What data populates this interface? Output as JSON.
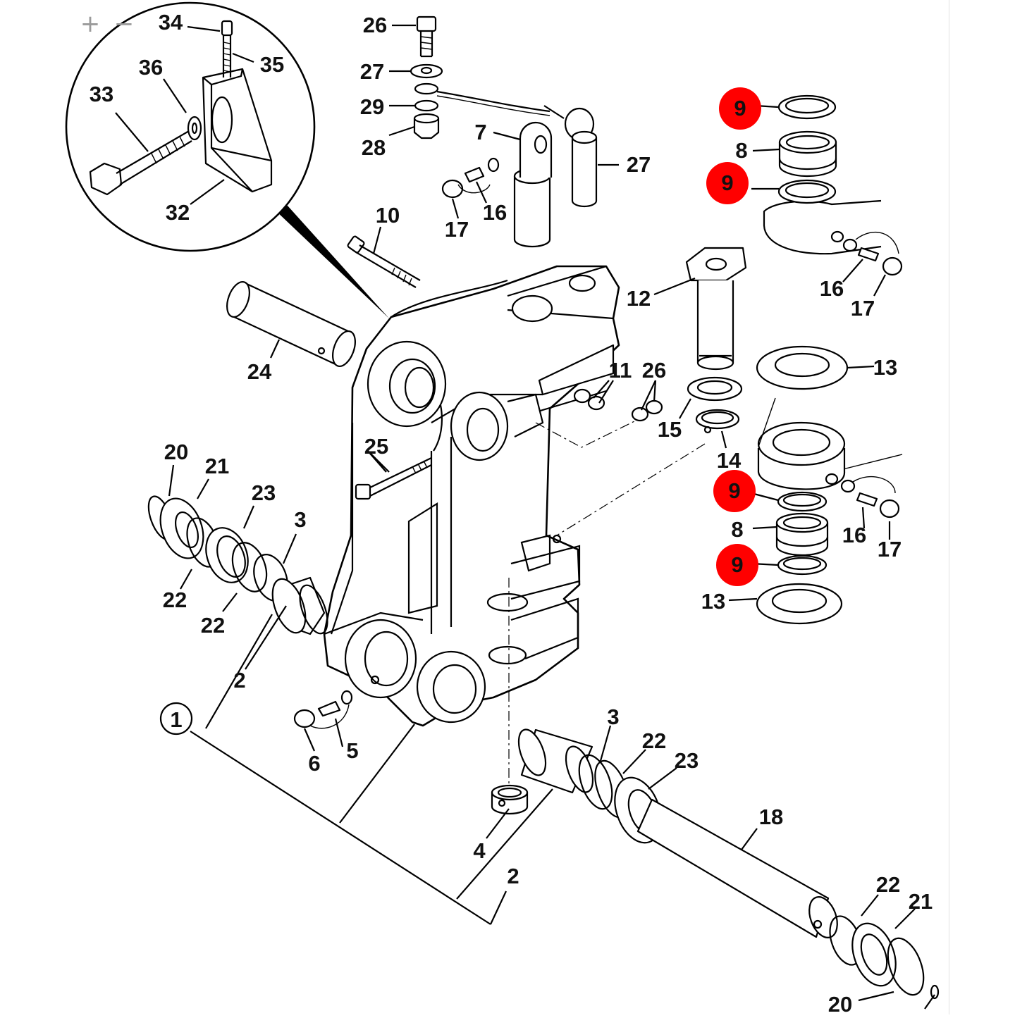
{
  "toolbar": {
    "zoom_in": "+",
    "zoom_out": "−"
  },
  "callout_number": "1",
  "labels": {
    "p34": "34",
    "p35": "35",
    "p36": "36",
    "p33": "33",
    "p32": "32",
    "p26a": "26",
    "p27a": "27",
    "p29": "29",
    "p28": "28",
    "p7": "7",
    "p27b": "27",
    "p16a": "16",
    "p17a": "17",
    "p10": "10",
    "p9a": "9",
    "p8a": "8",
    "p9b": "9",
    "p16b": "16",
    "p17b": "17",
    "p12": "12",
    "p13a": "13",
    "p11": "11",
    "p26b": "26",
    "p15": "15",
    "p14": "14",
    "p24": "24",
    "p25": "25",
    "p20a": "20",
    "p21a": "21",
    "p23a": "23",
    "p3a": "3",
    "p22a": "22",
    "p22b": "22",
    "p9c": "9",
    "p8b": "8",
    "p16c": "16",
    "p17c": "17",
    "p9d": "9",
    "p13b": "13",
    "p2a": "2",
    "p5": "5",
    "p6": "6",
    "p3b": "3",
    "p22c": "22",
    "p23b": "23",
    "p18": "18",
    "p4": "4",
    "p2b": "2",
    "p22d": "22",
    "p21b": "21",
    "p20b": "20"
  },
  "colors": {
    "highlight": "#ff0000",
    "ink": "#000000",
    "background": "#ffffff"
  }
}
